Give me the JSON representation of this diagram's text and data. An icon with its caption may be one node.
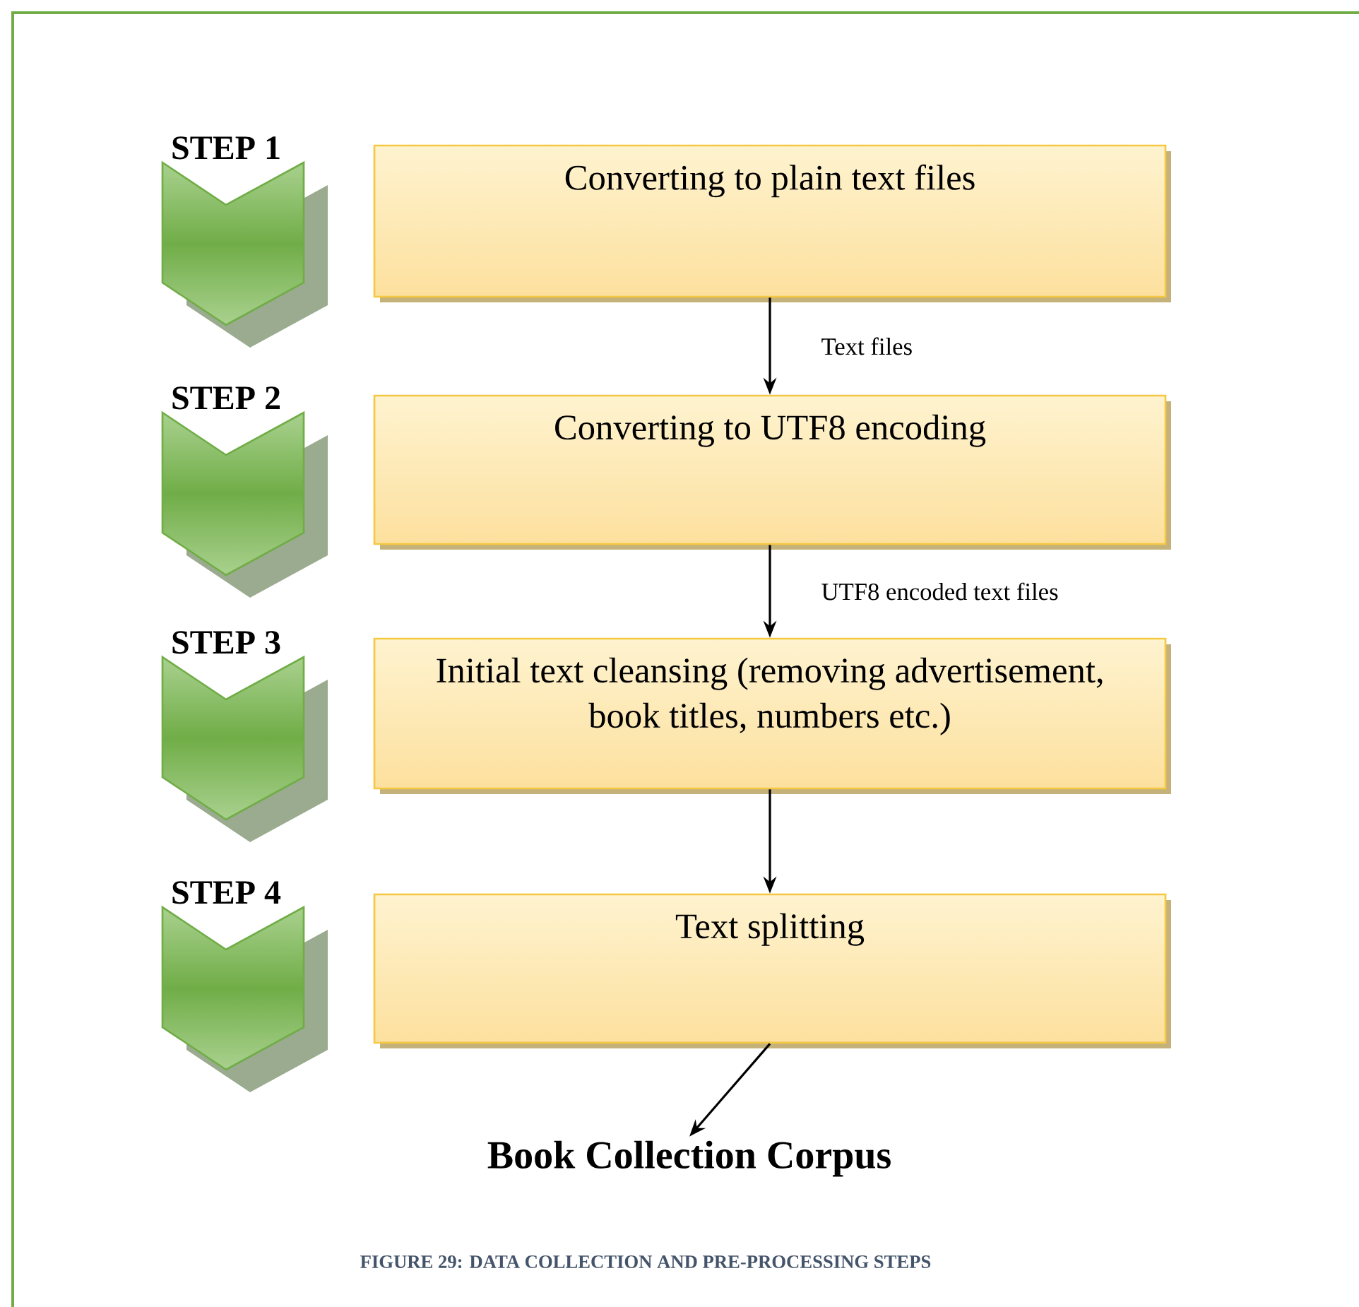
{
  "diagram": {
    "caption": "FIGURE 29: DATA COLLECTION AND PRE-PROCESSING STEPS",
    "nodes": [
      {
        "text": [
          "STEP 1"
        ]
      },
      {
        "text": [
          "Converting to plain text files"
        ]
      },
      {
        "text": [
          "STEP 2"
        ]
      },
      {
        "text": [
          "Converting to UTF8 encoding"
        ]
      },
      {
        "text": [
          "STEP 3"
        ]
      },
      {
        "text": [
          "Initial text cleansing (removing advertisement, book titles, numbers etc.)"
        ]
      },
      {
        "text": [
          "STEP 4"
        ]
      },
      {
        "text": [
          "Text splitting"
        ]
      },
      {
        "text": [
          "Book Collection Corpus"
        ]
      }
    ],
    "edges": [
      {
        "from": 1,
        "to": 3,
        "arrow": "to",
        "label": "Text files"
      },
      {
        "from": 3,
        "to": 5,
        "arrow": "to",
        "label": "UTF8 encoded text files"
      },
      {
        "from": 5,
        "to": 7,
        "arrow": "to"
      },
      {
        "from": 7,
        "to": 8,
        "arrow": "to"
      }
    ]
  }
}
